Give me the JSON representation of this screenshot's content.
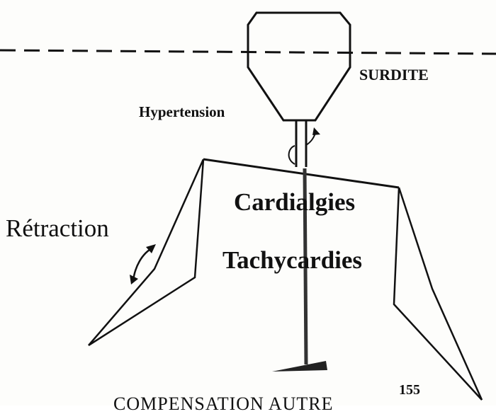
{
  "labels": {
    "surdite": "SURDITE",
    "hypertension": "Hypertension",
    "retraction": "Rétraction",
    "cardialgies": "Cardialgies",
    "tachycardies": "Tachycardies",
    "page_number": "155",
    "bottom_caption": "COMPENSATION AUTRE"
  },
  "colors": {
    "ink": "#111111",
    "paper": "#fdfdfb"
  }
}
